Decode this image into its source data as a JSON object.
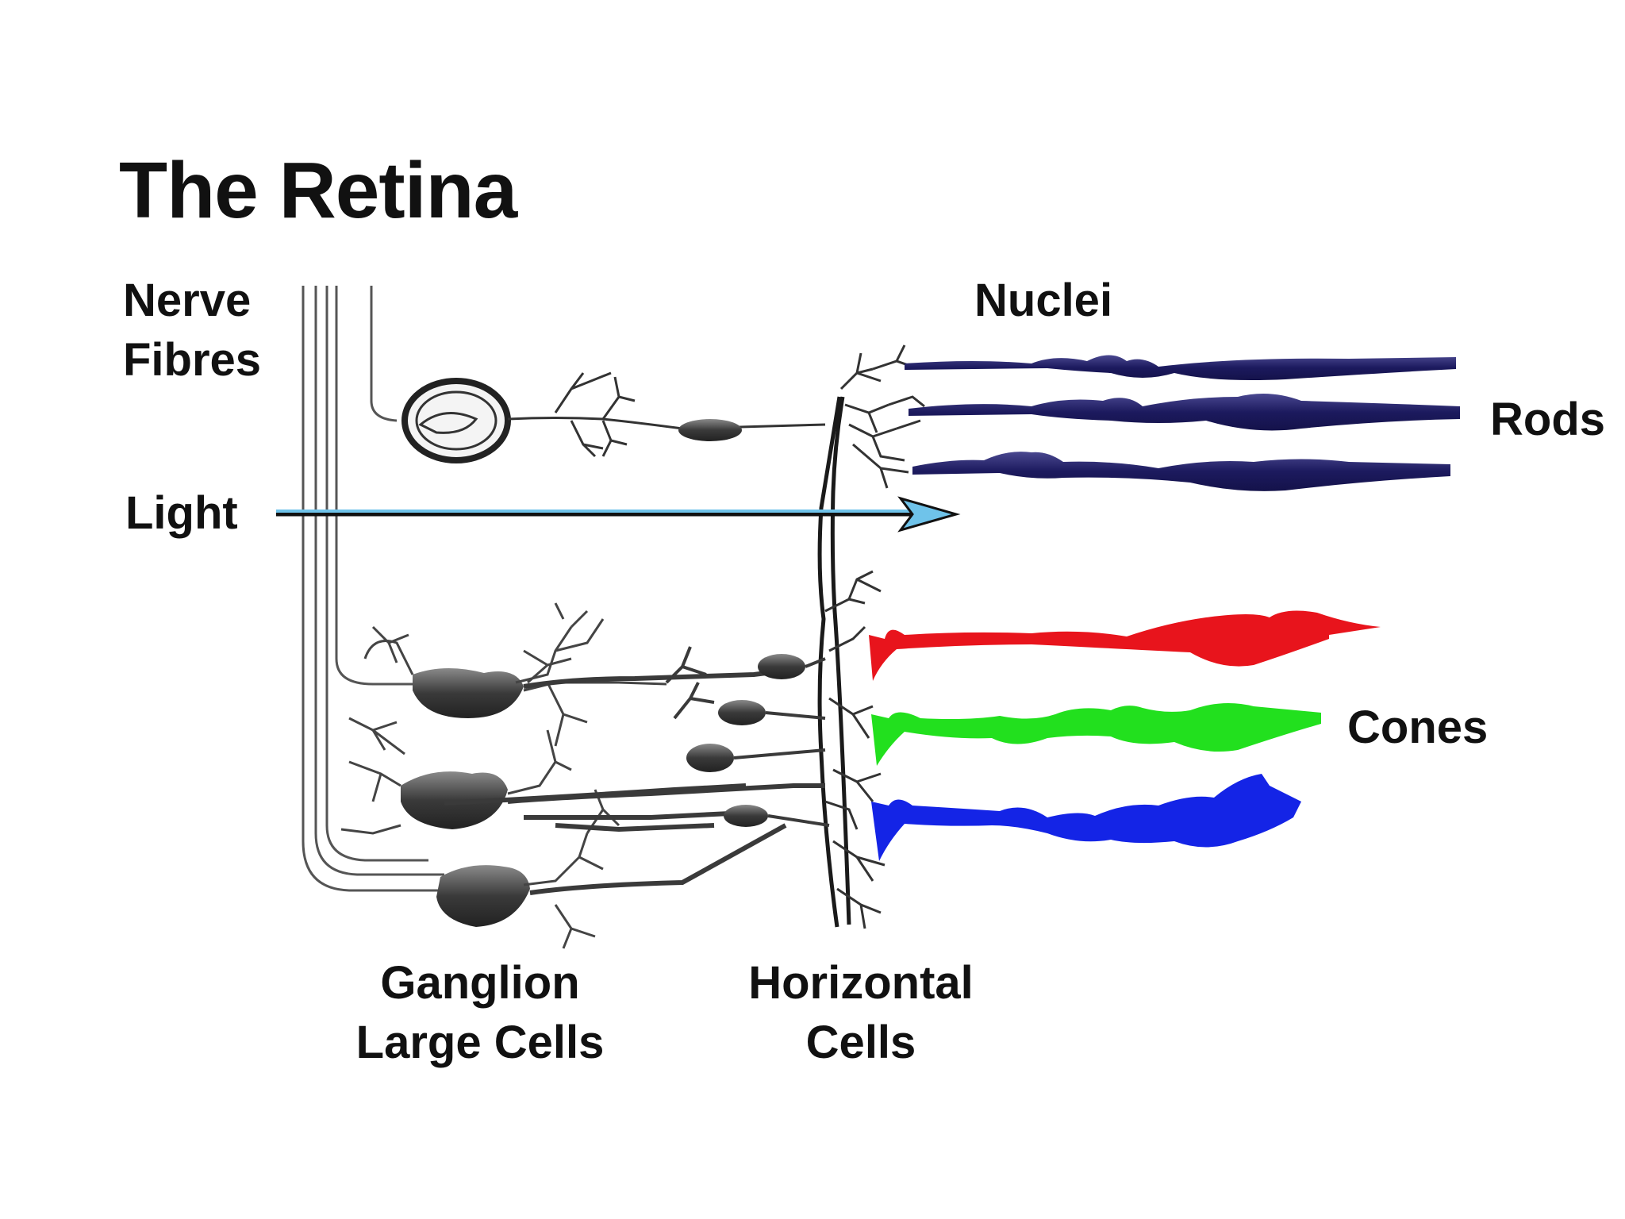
{
  "title": "The Retina",
  "labels": {
    "nerve_fibres_line1": "Nerve",
    "nerve_fibres_line2": "Fibres",
    "nuclei": "Nuclei",
    "rods": "Rods",
    "light": "Light",
    "cones": "Cones",
    "ganglion_line1": "Ganglion",
    "ganglion_line2": "Large Cells",
    "horizontal_line1": "Horizontal",
    "horizontal_line2": "Cells"
  },
  "colors": {
    "rods": "#1c1a5e",
    "cone_red": "#e8141c",
    "cone_green": "#22e01e",
    "cone_blue": "#1424e6",
    "light_arrow": "#6fc3ea",
    "neurons": "#444444",
    "text": "#111111"
  }
}
